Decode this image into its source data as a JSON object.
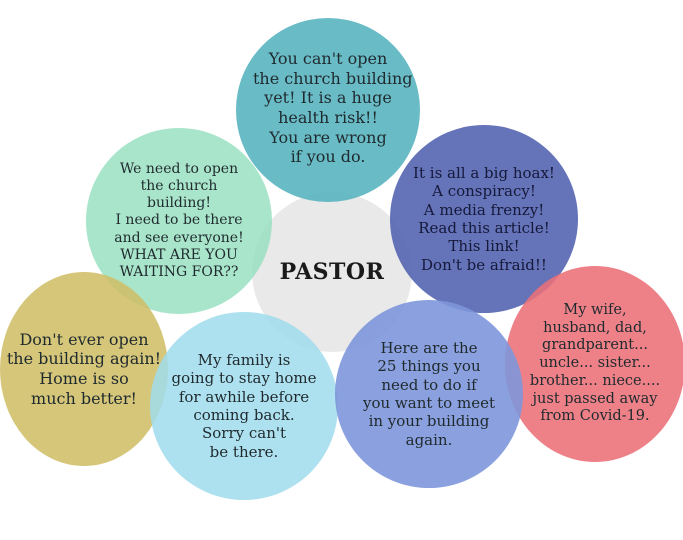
{
  "center": {
    "label": "PASTOR"
  },
  "bubbles": {
    "top": {
      "lines": [
        "You can't open",
        "the church building",
        "yet! It is a huge",
        "health risk!!",
        "You are wrong",
        "if you do."
      ]
    },
    "upper_left": {
      "lines": [
        "We need to open",
        "the church",
        "building!",
        "I need to be there",
        "and see everyone!",
        "WHAT ARE YOU",
        "WAITING FOR??"
      ]
    },
    "upper_right": {
      "lines": [
        "It is all a big hoax!",
        "A conspiracy!",
        "A media frenzy!",
        "Read this article!",
        "This link!",
        "Don't be afraid!!"
      ]
    },
    "left": {
      "lines": [
        "Don't ever open",
        "the building again!",
        "Home is so",
        "much better!"
      ]
    },
    "bottom_left": {
      "lines": [
        "My family is",
        "going to stay home",
        "for awhile before",
        "coming back.",
        "Sorry can't",
        "be there."
      ]
    },
    "bottom_right": {
      "lines": [
        "Here are the",
        "25 things you",
        "need to do if",
        "you want to meet",
        "in your building",
        "again."
      ]
    },
    "right": {
      "lines": [
        "My wife,",
        "husband, dad,",
        "grandparent...",
        "uncle... sister...",
        "brother... niece....",
        "just passed away",
        "from Covid-19."
      ]
    }
  },
  "colors": {
    "top": "#54b2be",
    "upper_left": "#94debe",
    "upper_right": "#5464b0",
    "left": "#cfbe68",
    "bottom_left": "#a0dcec",
    "bottom_right": "#7e96da",
    "right": "#ec7078",
    "center": "#e9e9e9"
  }
}
